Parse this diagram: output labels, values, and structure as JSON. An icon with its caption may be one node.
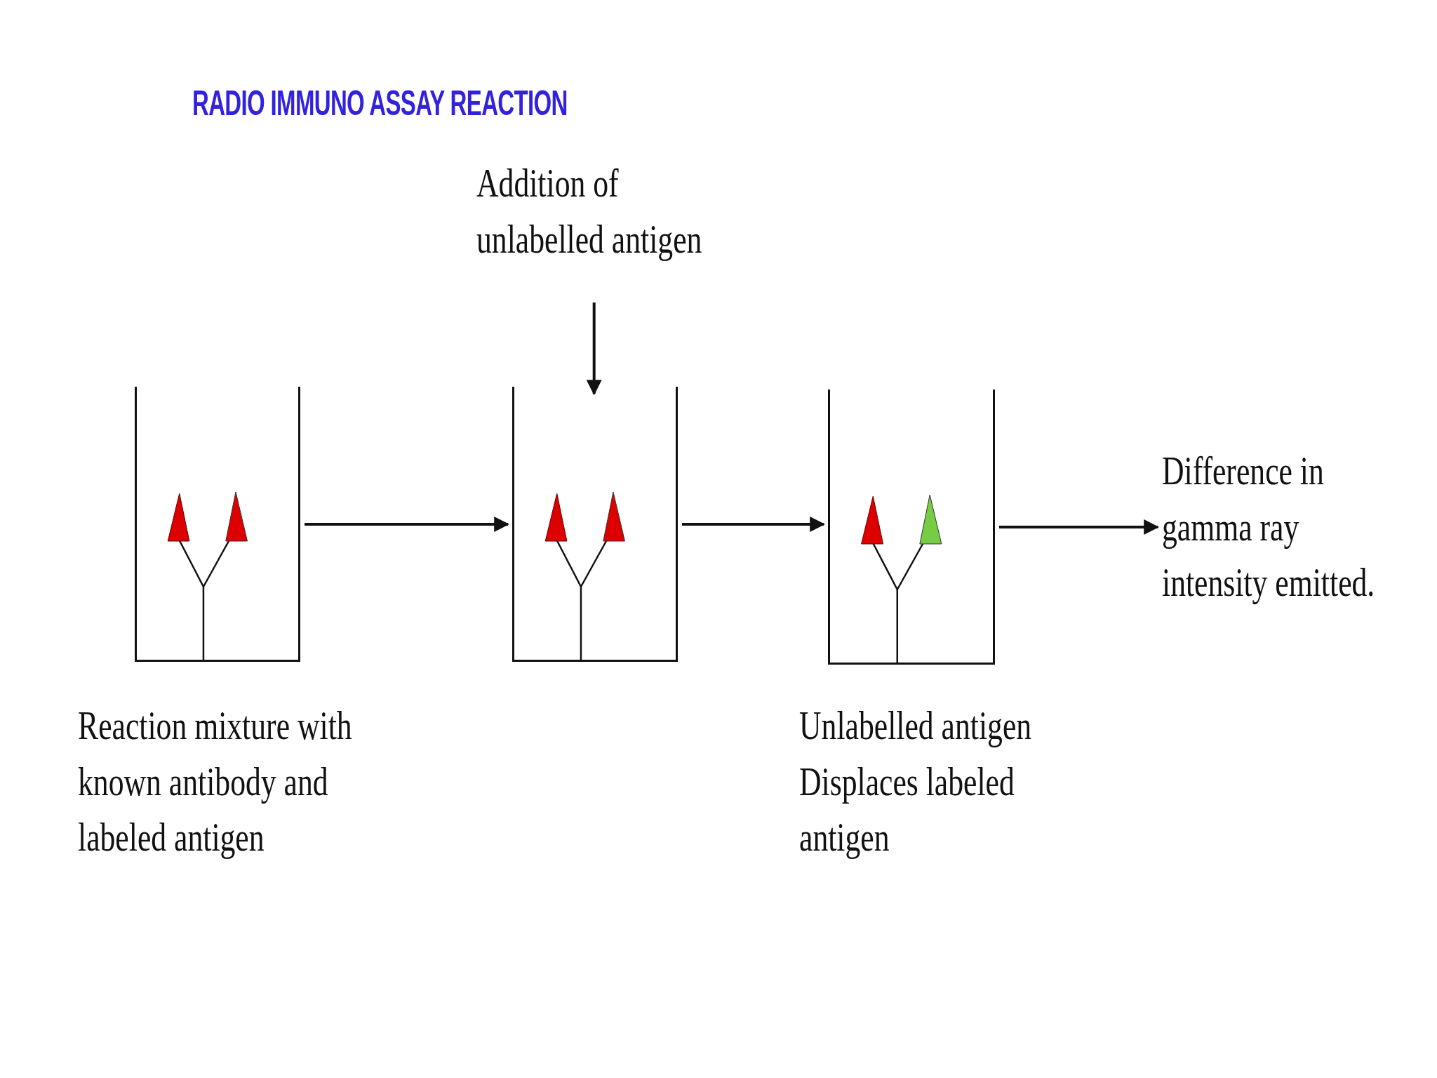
{
  "diagram": {
    "title": "RADIO IMMUNO ASSAY REACTION",
    "nodes": [
      {
        "text": [
          "Addition of unlabelled antigen"
        ]
      },
      {
        "text": [],
        "shape": "picture",
        "beside": [
          "Reaction mixture with known antibody and labeled antigen"
        ]
      },
      {
        "text": [],
        "shape": "picture"
      },
      {
        "text": [],
        "shape": "picture",
        "beside": [
          "Unlabelled antigen Displaces labeled antigen"
        ]
      },
      {
        "text": [
          "Difference in gamma ray intensity emitted."
        ]
      }
    ],
    "edges": [
      {
        "from": 0,
        "to": 2,
        "arrow": "to"
      },
      {
        "from": 1,
        "to": 2,
        "arrow": "to"
      },
      {
        "from": 2,
        "to": 3,
        "arrow": "to"
      },
      {
        "from": 3,
        "to": 4,
        "arrow": "to"
      }
    ]
  }
}
